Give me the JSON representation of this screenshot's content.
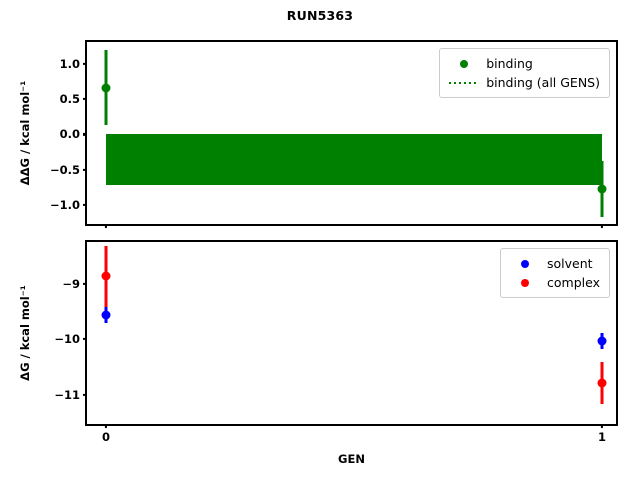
{
  "chart_data": [
    {
      "type": "scatter",
      "panel": "top",
      "title": "RUN5363",
      "xlabel": "GEN",
      "ylabel": "ΔΔG / kcal mol⁻¹",
      "xlim": [
        -0.05,
        1.05
      ],
      "ylim": [
        -1.28,
        1.28
      ],
      "xticks": [
        0,
        1
      ],
      "xticklabels": [
        "0",
        "1"
      ],
      "yticks": [
        1.0,
        0.5,
        0.0,
        -0.5,
        -1.0
      ],
      "yticklabels": [
        "1.0",
        "0.5",
        "0.0",
        "−0.5",
        "−1.0"
      ],
      "grid": false,
      "legend_position": "upper right",
      "series": [
        {
          "name": "binding",
          "color": "#008000",
          "marker": "o",
          "x": [
            0,
            1
          ],
          "values": [
            0.64,
            -0.77
          ],
          "yerr": [
            0.53,
            0.4
          ]
        },
        {
          "name": "binding (all GENS)",
          "color": "#008000",
          "linestyle": "dotted",
          "x_span": [
            0,
            1
          ],
          "y_band": [
            0.0,
            -0.72
          ],
          "description": "dense dotted traces for all GENS filling band from 0.00 to -0.72"
        }
      ]
    },
    {
      "type": "scatter",
      "panel": "bottom",
      "xlabel": "GEN",
      "ylabel": "ΔG / kcal mol⁻¹",
      "xlim": [
        -0.05,
        1.05
      ],
      "ylim": [
        -11.6,
        -8.25
      ],
      "xticks": [
        0,
        1
      ],
      "xticklabels": [
        "0",
        "1"
      ],
      "yticks": [
        -9,
        -10,
        -11
      ],
      "yticklabels": [
        "−9",
        "−10",
        "−11"
      ],
      "grid": false,
      "legend_position": "upper right",
      "series": [
        {
          "name": "solvent",
          "color": "#0000ff",
          "marker": "o",
          "x": [
            0,
            1
          ],
          "values": [
            -9.56,
            -10.03
          ],
          "yerr": [
            0.14,
            0.14
          ]
        },
        {
          "name": "complex",
          "color": "#ff0000",
          "marker": "o",
          "x": [
            0,
            1
          ],
          "values": [
            -8.87,
            -10.79
          ],
          "yerr": [
            0.55,
            0.38
          ]
        }
      ]
    }
  ],
  "figure": {
    "title": "RUN5363",
    "xlabel": "GEN"
  },
  "top_panel": {
    "ylabel": "ΔΔG / kcal mol⁻¹",
    "yticklabels": [
      "1.0",
      "0.5",
      "0.0",
      "−0.5",
      "−1.0"
    ],
    "legend": {
      "items": [
        {
          "label": "binding",
          "key": "dot",
          "color": "#008000"
        },
        {
          "label": "binding (all GENS)",
          "key": "dotted-line",
          "color": "#008000"
        }
      ]
    }
  },
  "bottom_panel": {
    "ylabel": "ΔG / kcal mol⁻¹",
    "yticklabels": [
      "−9",
      "−10",
      "−11"
    ],
    "legend": {
      "items": [
        {
          "label": "solvent",
          "key": "dot",
          "color": "#0000ff"
        },
        {
          "label": "complex",
          "key": "dot",
          "color": "#ff0000"
        }
      ]
    }
  },
  "xaxis": {
    "ticklabels": [
      "0",
      "1"
    ]
  }
}
